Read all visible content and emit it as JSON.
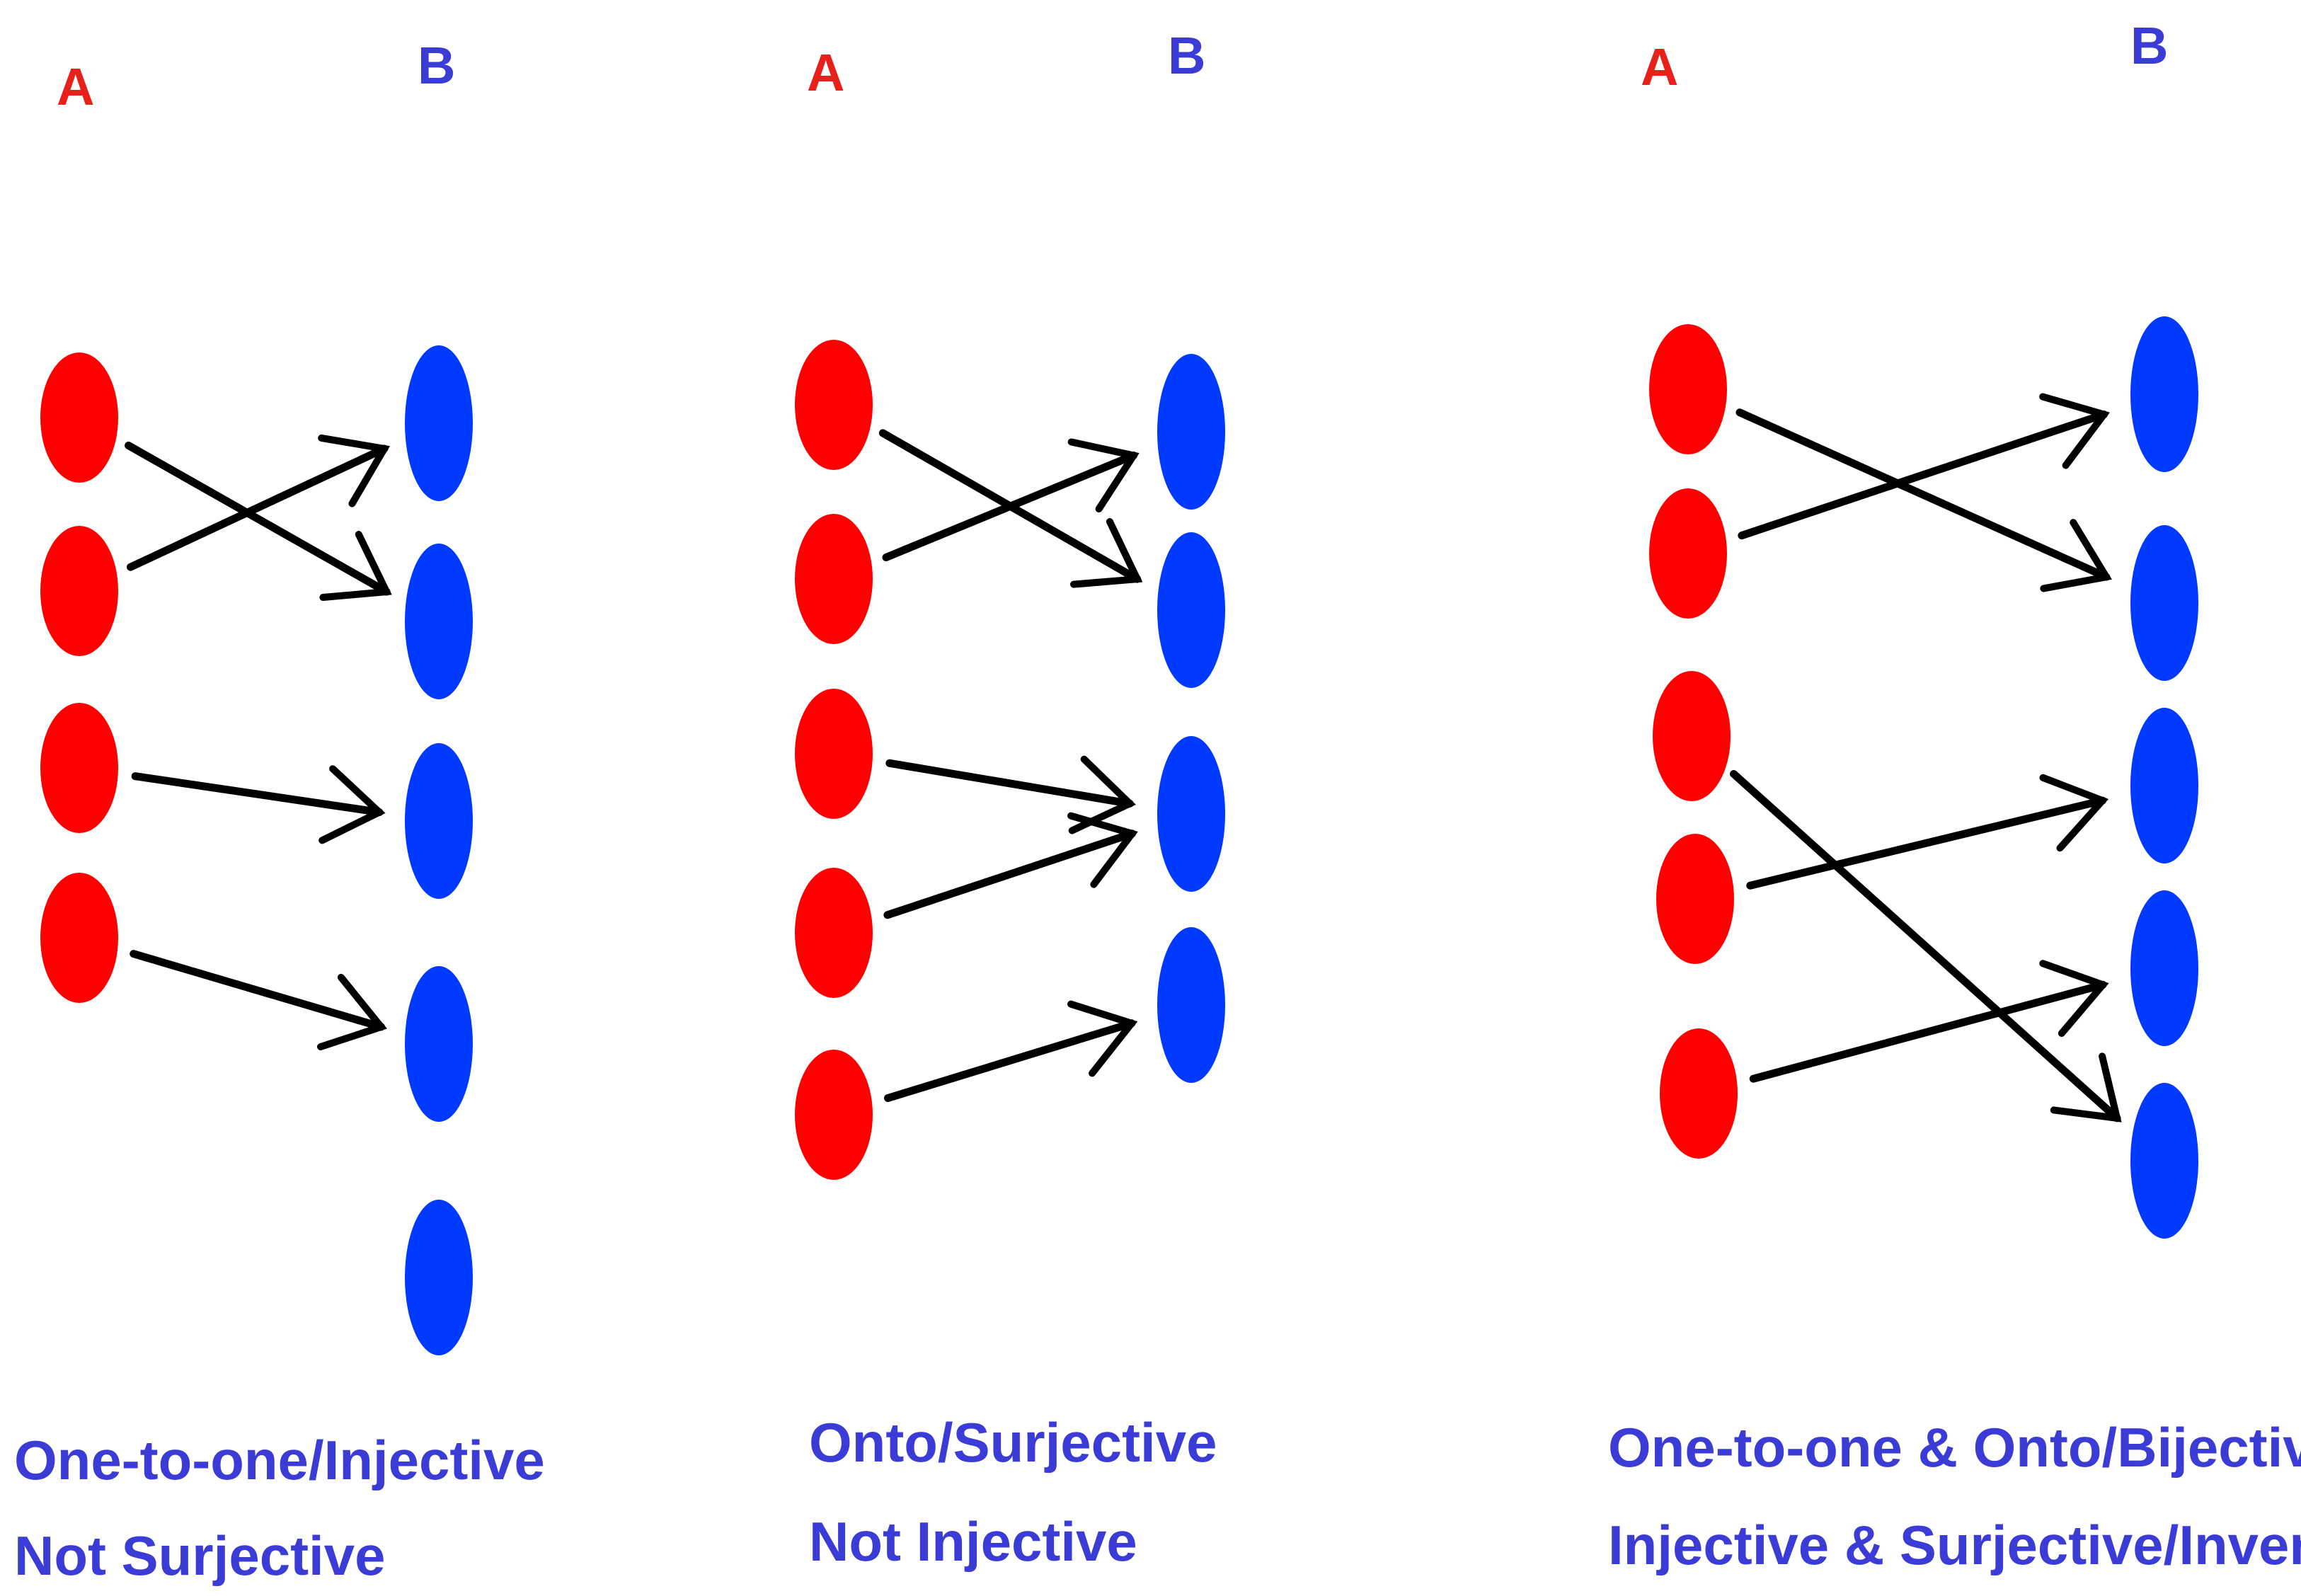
{
  "colors": {
    "domain": "#ff0000",
    "codomain": "#0039ff",
    "arrow": "#000000",
    "caption": "#3b3bd6",
    "label_a": "#e8201a",
    "label_b": "#3b3bd6"
  },
  "panels": [
    {
      "label_a": "A",
      "label_b": "B",
      "caption_line1": "One-to-one/Injective",
      "caption_line2": "Not Surjective",
      "domain_count": 4,
      "codomain_count": 5,
      "mapping": [
        [
          0,
          1
        ],
        [
          1,
          0
        ],
        [
          2,
          2
        ],
        [
          3,
          3
        ]
      ]
    },
    {
      "label_a": "A",
      "label_b": "B",
      "caption_line1": "Onto/Surjective",
      "caption_line2": "Not Injective",
      "domain_count": 5,
      "codomain_count": 4,
      "mapping": [
        [
          0,
          1
        ],
        [
          1,
          0
        ],
        [
          2,
          2
        ],
        [
          3,
          2
        ],
        [
          4,
          3
        ]
      ]
    },
    {
      "label_a": "A",
      "label_b": "B",
      "caption_line1": "One-to-one & Onto/Bijective",
      "caption_line2": "Injective & Surjective/Invertible",
      "domain_count": 5,
      "codomain_count": 5,
      "mapping": [
        [
          0,
          1
        ],
        [
          1,
          0
        ],
        [
          2,
          4
        ],
        [
          3,
          2
        ],
        [
          4,
          3
        ]
      ]
    }
  ]
}
